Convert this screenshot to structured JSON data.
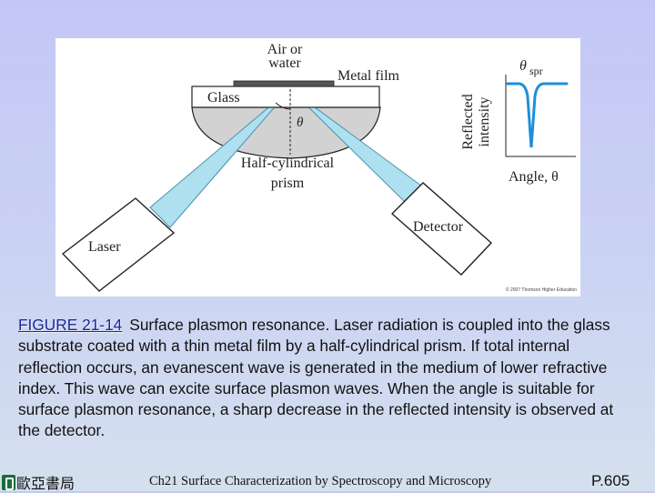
{
  "figure": {
    "labels": {
      "air_or": "Air or",
      "water": "water",
      "metal_film": "Metal  film",
      "glass": "Glass",
      "theta": "θ",
      "half_cyl_1": "Half-cylindrical",
      "half_cyl_2": "prism",
      "laser": "Laser",
      "detector": "Detector",
      "copyright": "© 2007 Thomson Higher Education"
    },
    "inset": {
      "ylabel_1": "Reflected",
      "ylabel_2": "intensity",
      "theta_spr": "θ",
      "spr_sub": "spr",
      "xlabel": "Angle, θ",
      "curve_color": "#1d8fd6"
    },
    "colors": {
      "beam": "#aee0f0",
      "prism": "#d2d2d2",
      "glass": "#ffffff",
      "metal": "#555555"
    }
  },
  "caption": {
    "label": "FIGURE 21-14",
    "text": "Surface plasmon resonance. Laser radiation is coupled into the glass substrate coated with a thin metal film by a half-cylindrical prism. If total internal reflection occurs, an evanescent wave is generated in the medium of lower refractive index. This wave can excite surface plasmon waves. When the angle is suitable for surface plasmon resonance, a sharp decrease in the reflected intensity is observed at the detector."
  },
  "footer": {
    "logo_text": "歐亞書局",
    "title": "Ch21 Surface Characterization by Spectroscopy and Microscopy",
    "page": "P.605"
  }
}
